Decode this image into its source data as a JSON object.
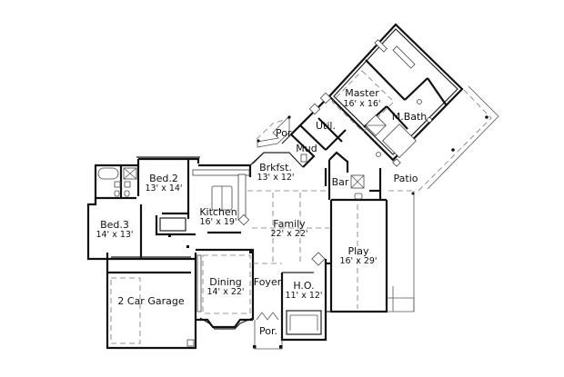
{
  "plan": {
    "type": "floor-plan",
    "rooms": [
      {
        "id": "master",
        "name": "Master",
        "dims": "16' x 16'"
      },
      {
        "id": "m-bath",
        "name": "M.Bath",
        "dims": ""
      },
      {
        "id": "util",
        "name": "Util.",
        "dims": ""
      },
      {
        "id": "por-side",
        "name": "Por.",
        "dims": ""
      },
      {
        "id": "mud",
        "name": "Mud",
        "dims": ""
      },
      {
        "id": "brkfst",
        "name": "Brkfst.",
        "dims": "13' x 12'"
      },
      {
        "id": "bar",
        "name": "Bar",
        "dims": ""
      },
      {
        "id": "patio",
        "name": "Patio",
        "dims": ""
      },
      {
        "id": "bed2",
        "name": "Bed.2",
        "dims": "13' x 14'"
      },
      {
        "id": "kitchen",
        "name": "Kitchen",
        "dims": "16' x 19'"
      },
      {
        "id": "bed3",
        "name": "Bed.3",
        "dims": "14' x 13'"
      },
      {
        "id": "family",
        "name": "Family",
        "dims": "22' x 22'"
      },
      {
        "id": "play",
        "name": "Play",
        "dims": "16' x 29'"
      },
      {
        "id": "garage",
        "name": "2 Car Garage",
        "dims": ""
      },
      {
        "id": "dining",
        "name": "Dining",
        "dims": "14' x 22'"
      },
      {
        "id": "foyer",
        "name": "Foyer",
        "dims": ""
      },
      {
        "id": "ho",
        "name": "H.O.",
        "dims": "11' x 12'"
      },
      {
        "id": "por-front",
        "name": "Por.",
        "dims": ""
      }
    ],
    "colors": {
      "background": "#ffffff",
      "walls": "#111111",
      "dashed": "#777777"
    }
  }
}
